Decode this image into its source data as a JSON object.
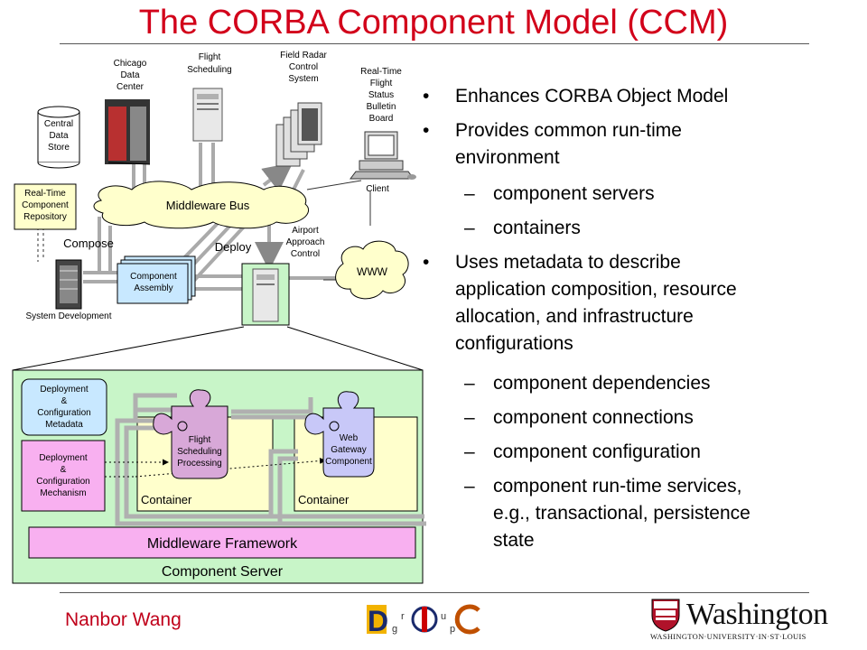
{
  "slide": {
    "title": "The CORBA Component Model (CCM)",
    "author": "Nanbor Wang"
  },
  "bullets": [
    {
      "level": 1,
      "text": "Enhances CORBA Object Model"
    },
    {
      "level": 1,
      "lines": [
        "Provides common run-time",
        "environment"
      ]
    },
    {
      "level": 2,
      "text": "component servers"
    },
    {
      "level": 2,
      "text": "containers"
    },
    {
      "level": 1,
      "lines": [
        "Uses metadata to describe",
        "application composition, resource",
        "allocation, and infrastructure",
        "configurations"
      ]
    },
    {
      "level": 2,
      "text": "component dependencies"
    },
    {
      "level": 2,
      "text": "component connections"
    },
    {
      "level": 2,
      "text": "component configuration"
    },
    {
      "level": 2,
      "lines": [
        "component run-time services,",
        "e.g., transactional, persistence",
        "state"
      ]
    }
  ],
  "markers": {
    "bullet": "•",
    "dash": "–"
  },
  "diagram": {
    "top": {
      "chicago": [
        "Chicago",
        "Data",
        "Center"
      ],
      "flight_sched": [
        "Flight",
        "Scheduling"
      ],
      "field_radar": [
        "Field Radar",
        "Control",
        "System"
      ],
      "realtime_status": [
        "Real-Time",
        "Flight",
        "Status",
        "Bulletin",
        "Board"
      ],
      "central_store": [
        "Central",
        "Data",
        "Store"
      ],
      "client": "Client",
      "repository": [
        "Real-Time",
        "Component",
        "Repository"
      ],
      "middleware_bus": "Middleware Bus",
      "compose": "Compose",
      "deploy": "Deploy",
      "airport": [
        "Airport",
        "Approach",
        "Control"
      ],
      "www": "WWW",
      "assembly": [
        "Component",
        "Assembly"
      ],
      "sysdev": "System Development"
    },
    "bottom": {
      "dep_meta": [
        "Deployment",
        "&",
        "Configuration",
        "Metadata"
      ],
      "dep_mech": [
        "Deployment",
        "&",
        "Configuration",
        "Mechanism"
      ],
      "flight_comp": [
        "Flight",
        "Scheduling",
        "Processing"
      ],
      "web_comp": [
        "Web",
        "Gateway",
        "Component"
      ],
      "container_left": "Container",
      "container_right": "Container",
      "framework": "Middleware Framework",
      "server": "Component Server"
    }
  },
  "logos": {
    "doc_letters": [
      "D",
      "O",
      "C"
    ],
    "doc_small": [
      "g",
      "r",
      "u",
      "p"
    ],
    "university_word": "Washington",
    "university_sub": "WASHINGTON·UNIVERSITY·IN·ST·LOUIS"
  },
  "colors": {
    "title": "#d2001a",
    "server_bg": "#c8f5c8",
    "container_bg": "#ffffcc",
    "component_flight": "#d8a8d8",
    "component_web": "#c8c8f8",
    "framework_bg": "#f8b0f0"
  }
}
